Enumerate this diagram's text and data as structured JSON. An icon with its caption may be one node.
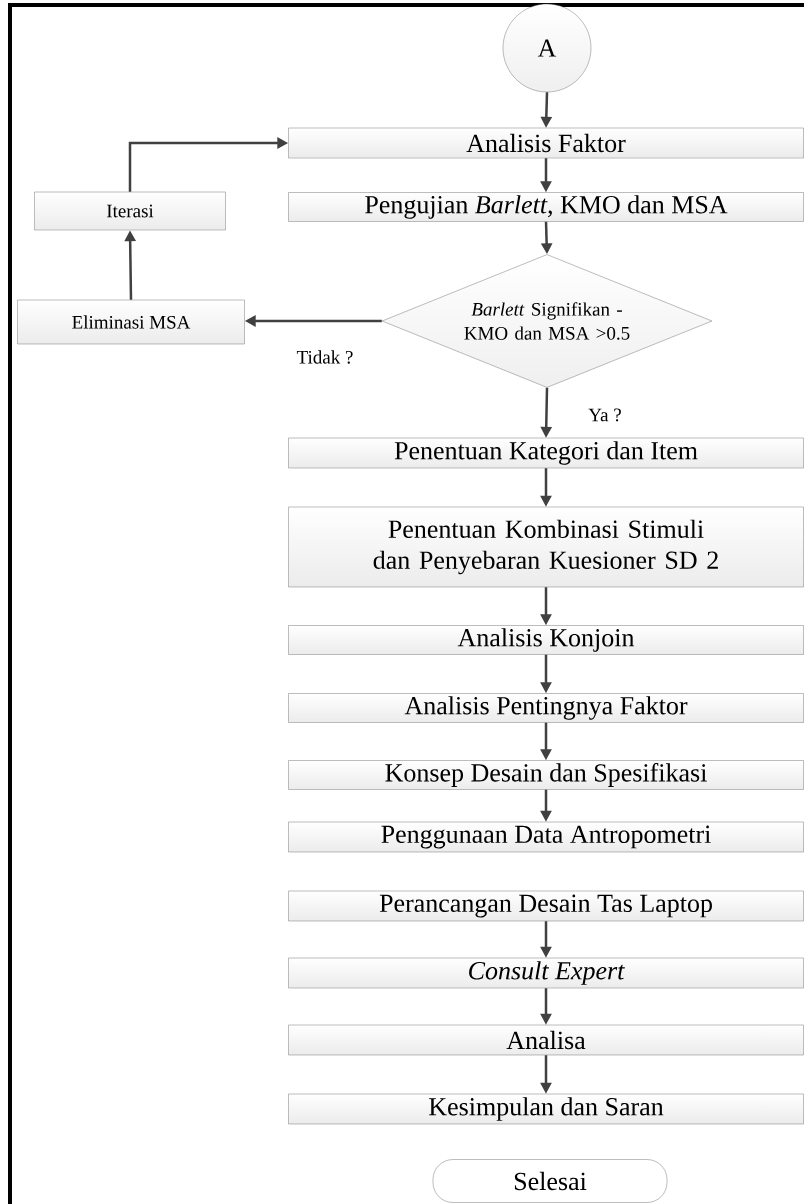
{
  "diagram": {
    "nodes": [
      {
        "text": [
          "A"
        ]
      },
      {
        "text": [
          "Analisis Faktor"
        ]
      },
      {
        "text": [
          "Iterasi"
        ]
      },
      {
        "text": [
          "Pengujian *Barlett*, KMO dan MSA"
        ]
      },
      {
        "text": [
          "*Barlett* Signifikan - KMO dan MSA >0.5"
        ]
      },
      {
        "text": [
          "Eliminasi MSA"
        ]
      },
      {
        "text": [
          "Penentuan Kategori dan Item"
        ]
      },
      {
        "text": [
          "Penentuan Kombinasi Stimuli dan Penyebaran Kuesioner SD 2"
        ]
      },
      {
        "text": [
          "Analisis Konjoin"
        ]
      },
      {
        "text": [
          "Analisis Pentingnya Faktor"
        ]
      },
      {
        "text": [
          "Konsep Desain dan Spesifikasi"
        ]
      },
      {
        "text": [
          "Penggunaan Data Antropometri"
        ]
      },
      {
        "text": [
          "Perancangan Desain Tas Laptop"
        ]
      },
      {
        "text": [
          "Consult Expert"
        ]
      },
      {
        "text": [
          "Analisa"
        ]
      },
      {
        "text": [
          "Kesimpulan dan Saran"
        ]
      },
      {
        "text": [
          "Selesai"
        ]
      }
    ],
    "edges": [
      {
        "from": 0,
        "to": 1,
        "arrow": "to"
      },
      {
        "from": 1,
        "to": 3,
        "arrow": "to"
      },
      {
        "from": 3,
        "to": 4,
        "arrow": "to"
      },
      {
        "from": 4,
        "to": 5,
        "arrow": "to",
        "label": "Tidak ?"
      },
      {
        "from": 5,
        "to": 2,
        "arrow": "to"
      },
      {
        "from": 2,
        "to": 1,
        "arrow": "to"
      },
      {
        "from": 4,
        "to": 6,
        "arrow": "to",
        "label": "Ya ?"
      },
      {
        "from": 6,
        "to": 7,
        "arrow": "to"
      },
      {
        "from": 7,
        "to": 8,
        "arrow": "to"
      },
      {
        "from": 8,
        "to": 9,
        "arrow": "to"
      },
      {
        "from": 9,
        "to": 10,
        "arrow": "to"
      },
      {
        "from": 10,
        "to": 11,
        "arrow": "to"
      },
      {
        "from": 12,
        "to": 13,
        "arrow": "to"
      },
      {
        "from": 13,
        "to": 14,
        "arrow": "to"
      },
      {
        "from": 14,
        "to": 15,
        "arrow": "to"
      }
    ]
  }
}
